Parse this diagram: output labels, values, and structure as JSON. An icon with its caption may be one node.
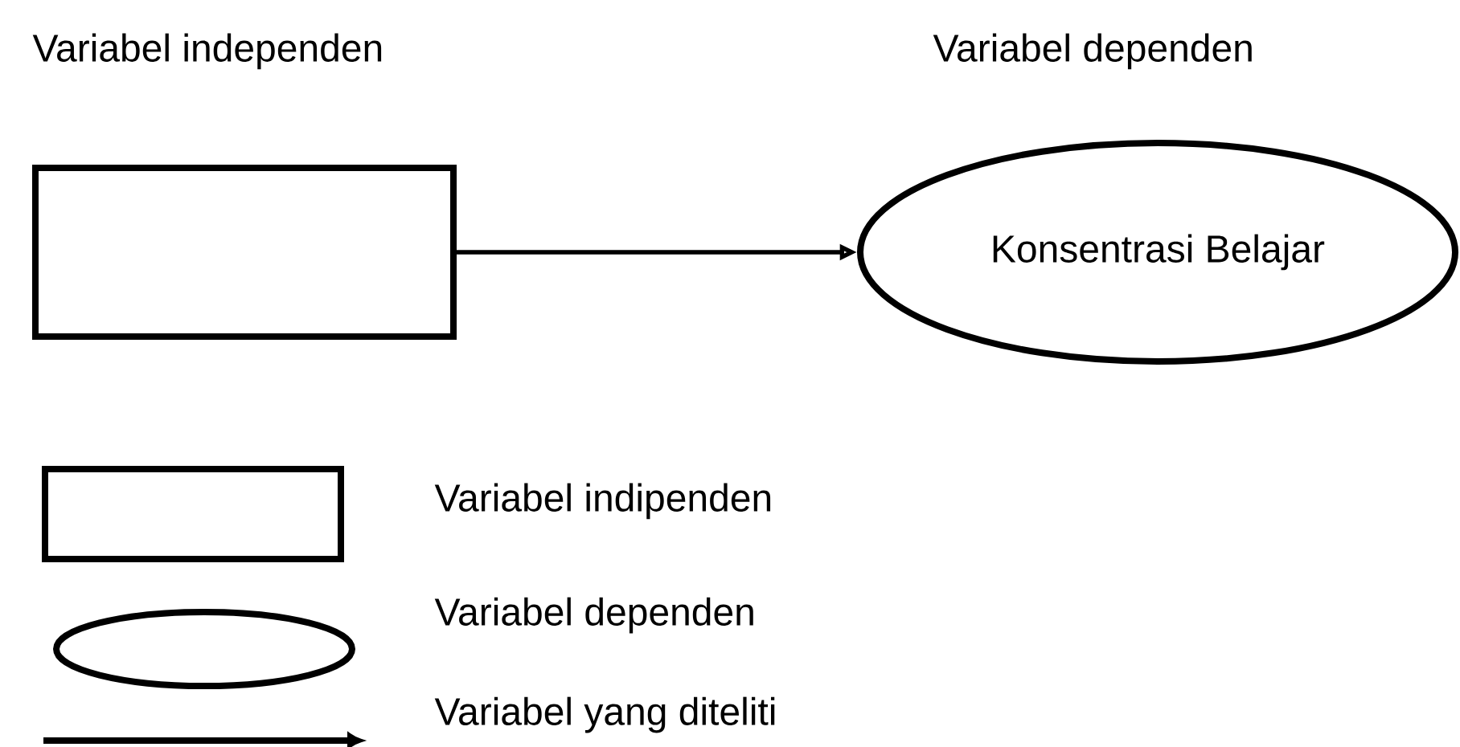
{
  "diagram": {
    "nodes": [
      {
        "text": [],
        "shape": "box"
      },
      {
        "text": [
          "Konsentrasi Belajar"
        ]
      }
    ],
    "edges": [
      {
        "from": 0,
        "to": 1,
        "arrow": "to"
      }
    ],
    "labels": [
      "Variabel independen",
      "Variabel dependen"
    ],
    "legend": [
      {
        "text": "Variabel indipenden"
      },
      {
        "text": "Variabel dependen"
      },
      {
        "text": "Variabel yang diteliti"
      }
    ]
  }
}
